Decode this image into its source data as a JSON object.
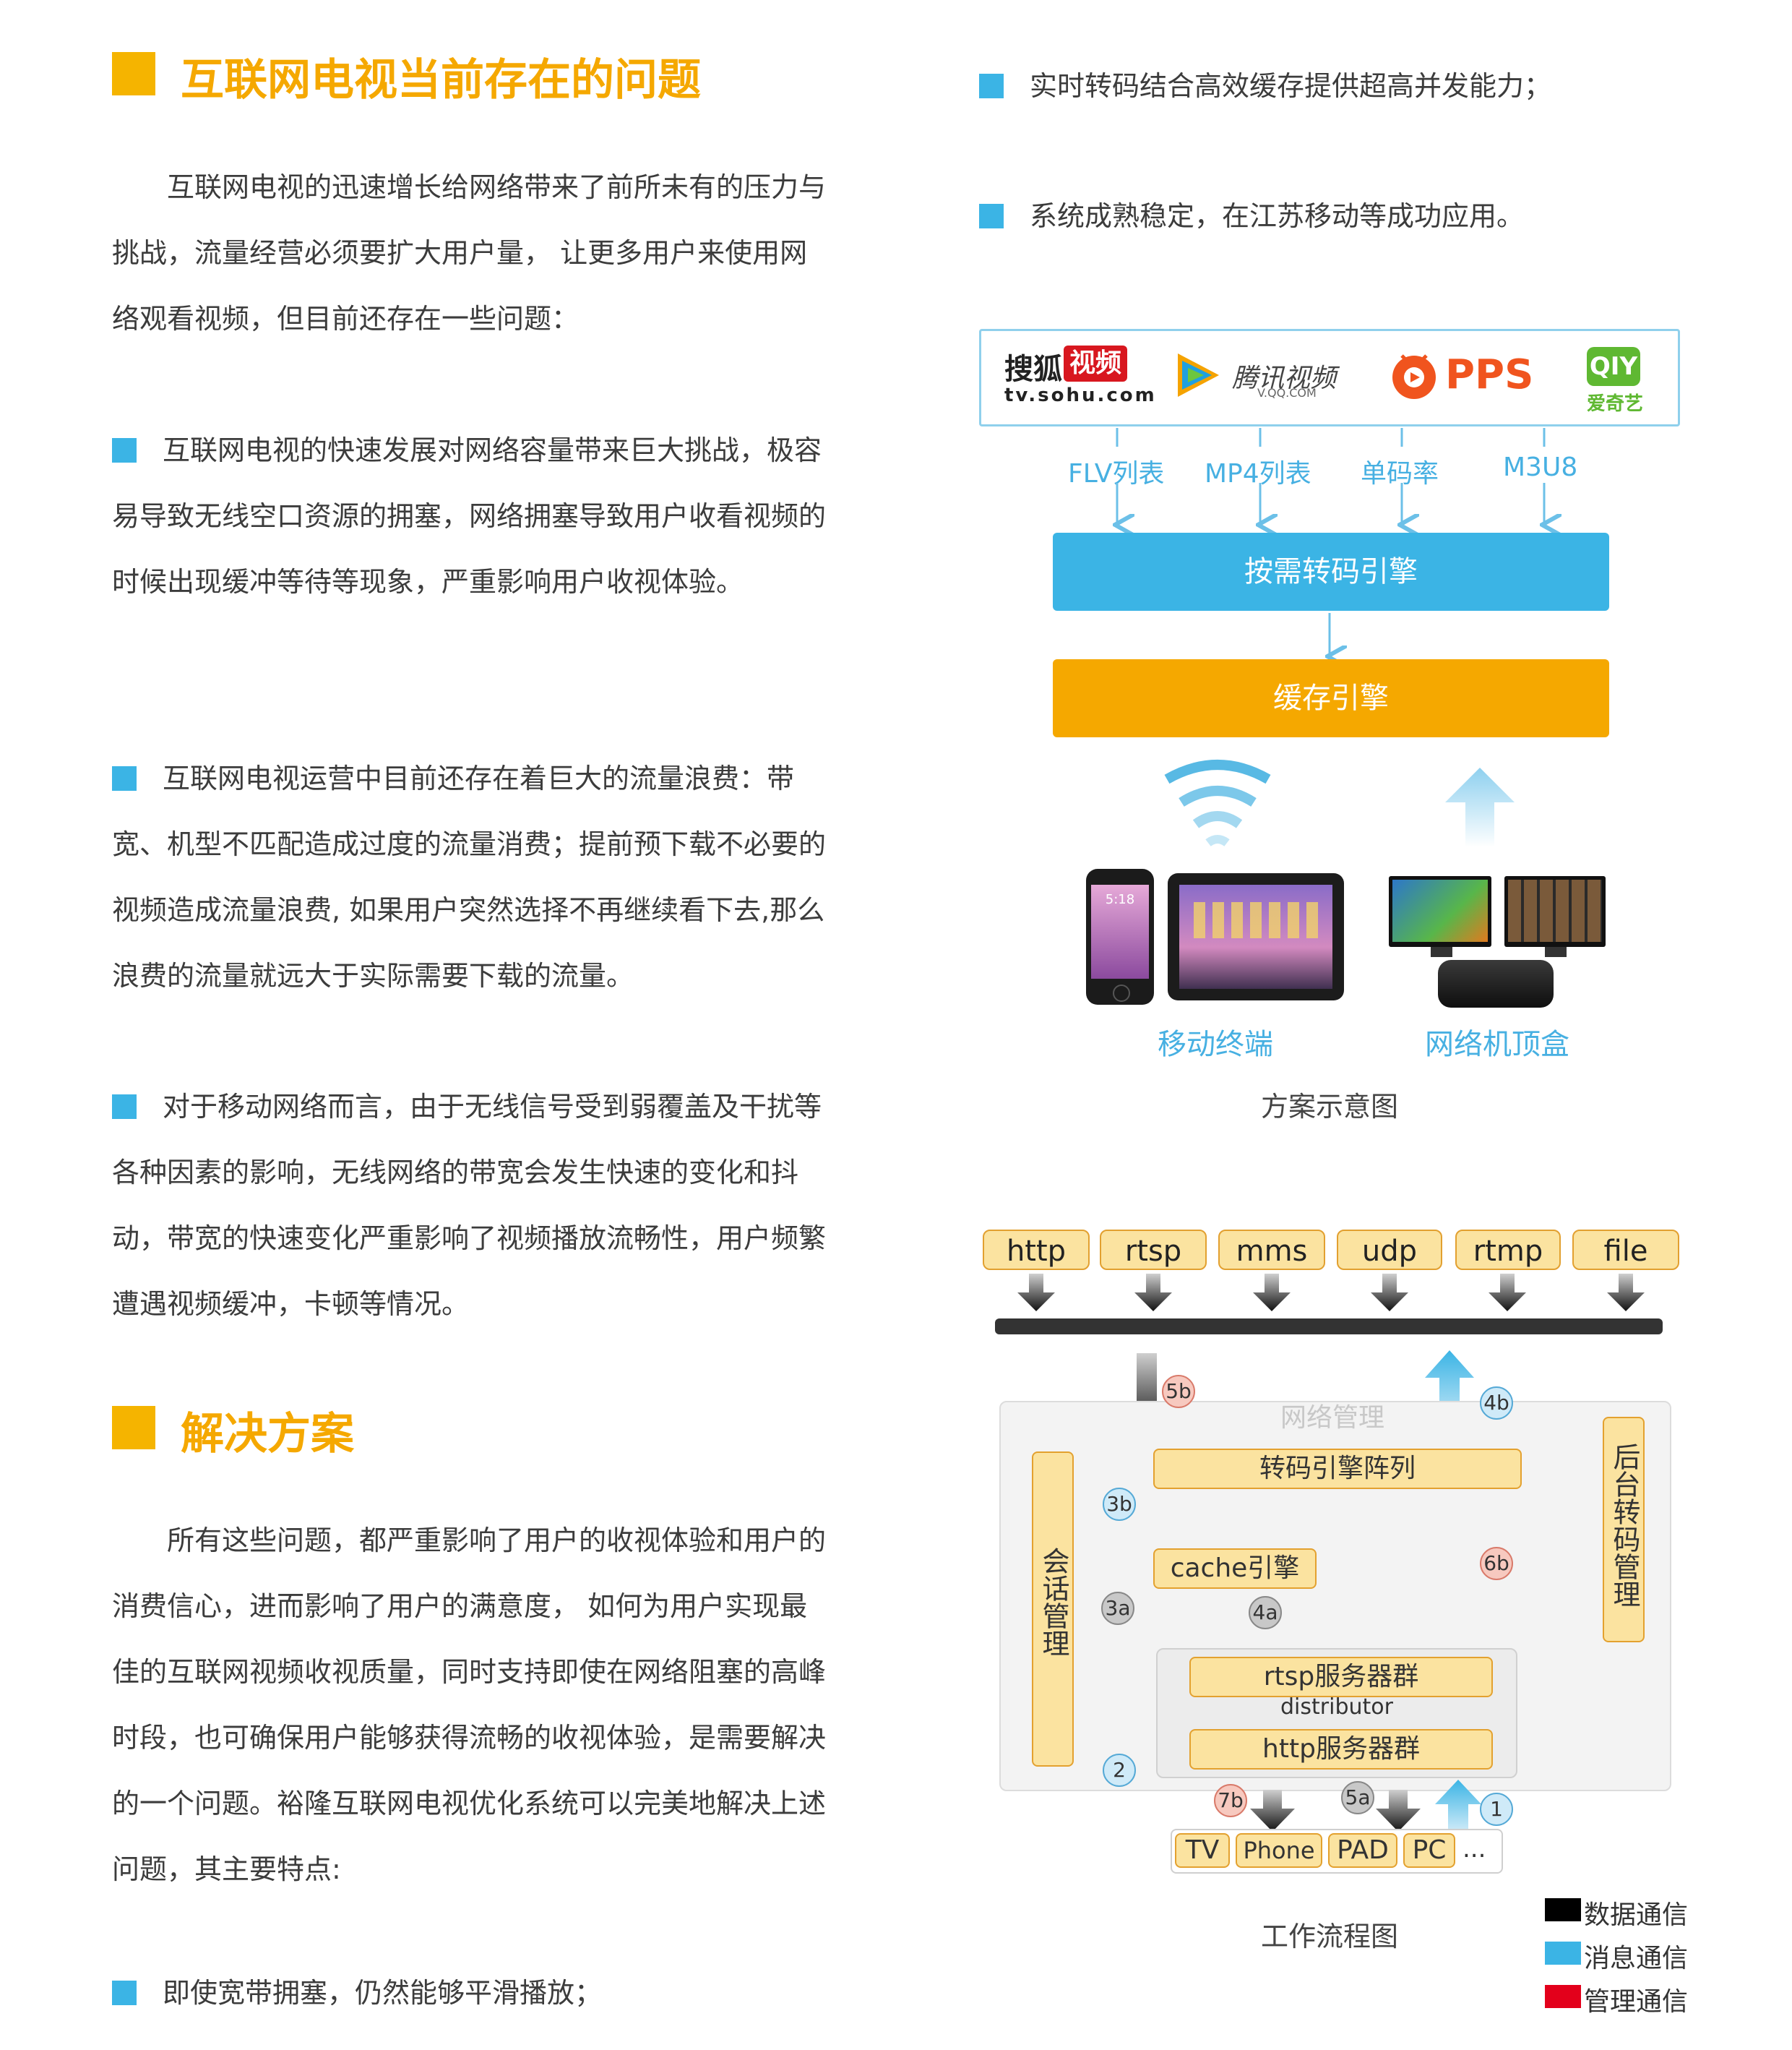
{
  "left": {
    "heading1": "互联网电视当前存在的问题",
    "intro": "互联网电视的迅速增长给网络带来了前所未有的压力与挑战，流量经营必须要扩大用户量， 让更多用户来使用网络观看视频，但目前还存在一些问题：",
    "bullets": [
      "互联网电视的快速发展对网络容量带来巨大挑战，极容易导致无线空口资源的拥塞，网络拥塞导致用户收看视频的时候出现缓冲等待等现象，严重影响用户收视体验。",
      "互联网电视运营中目前还存在着巨大的流量浪费：带宽、机型不匹配造成过度的流量消费；提前预下载不必要的视频造成流量浪费, 如果用户突然选择不再继续看下去,那么浪费的流量就远大于实际需要下载的流量。",
      "对于移动网络而言，由于无线信号受到弱覆盖及干扰等各种因素的影响，无线网络的带宽会发生快速的变化和抖动，带宽的快速变化严重影响了视频播放流畅性，用户频繁遭遇视频缓冲，卡顿等情况。"
    ],
    "heading2": "解决方案",
    "solution": "所有这些问题，都严重影响了用户的收视体验和用户的消费信心，进而影响了用户的满意度， 如何为用户实现最佳的互联网视频收视质量，同时支持即使在网络阻塞的高峰时段，也可确保用户能够获得流畅的收视体验，是需要解决的一个问题。裕隆互联网电视优化系统可以完美地解决上述问题，其主要特点:",
    "last_bullet": "即使宽带拥塞，仍然能够平滑播放；"
  },
  "right": {
    "bullets": [
      "实时转码结合高效缓存提供超高并发能力；",
      "系统成熟稳定，在江苏移动等成功应用。"
    ],
    "diagram1": {
      "logos": {
        "sohu_cn": "搜狐",
        "sohu_badge": "视频",
        "sohu_url": "tv.sohu.com",
        "tencent_cn": "腾讯视频",
        "tencent_url": "V.QQ.COM",
        "pps": "PPS",
        "iqiyi_badge": "QIY",
        "iqiyi_cn": "爱奇艺"
      },
      "formats": [
        "FLV列表",
        "MP4列表",
        "单码率",
        "M3U8"
      ],
      "transcode": "按需转码引擎",
      "cache": "缓存引擎",
      "phone_time": "5:18",
      "mobile_label": "移动终端",
      "stb_label": "网络机顶盒",
      "caption": "方案示意图"
    },
    "diagram2": {
      "protocols": [
        "http",
        "rtsp",
        "mms",
        "udp",
        "rtmp",
        "file"
      ],
      "network_mgmt": "网络管理",
      "session_mgmt": "会话管理",
      "backend_mgmt": "后台转码管理",
      "transcode_array": "转码引擎阵列",
      "cache_engine": "cache引擎",
      "distributor": "distributor",
      "rtsp_group": "rtsp服务器群",
      "http_group": "http服务器群",
      "steps": {
        "s5b": "5b",
        "s4b": "4b",
        "s3b": "3b",
        "s3a": "3a",
        "s4a": "4a",
        "s6b": "6b",
        "s2": "2",
        "s7b": "7b",
        "s5a": "5a",
        "s1": "1"
      },
      "devices": [
        "TV",
        "Phone",
        "PAD",
        "PC"
      ],
      "ellipsis": "...",
      "caption": "工作流程图",
      "legend": [
        {
          "label": "数据通信",
          "color": "#000000"
        },
        {
          "label": "消息通信",
          "color": "#3bb4e5"
        },
        {
          "label": "管理通信",
          "color": "#e3001b"
        }
      ]
    }
  }
}
